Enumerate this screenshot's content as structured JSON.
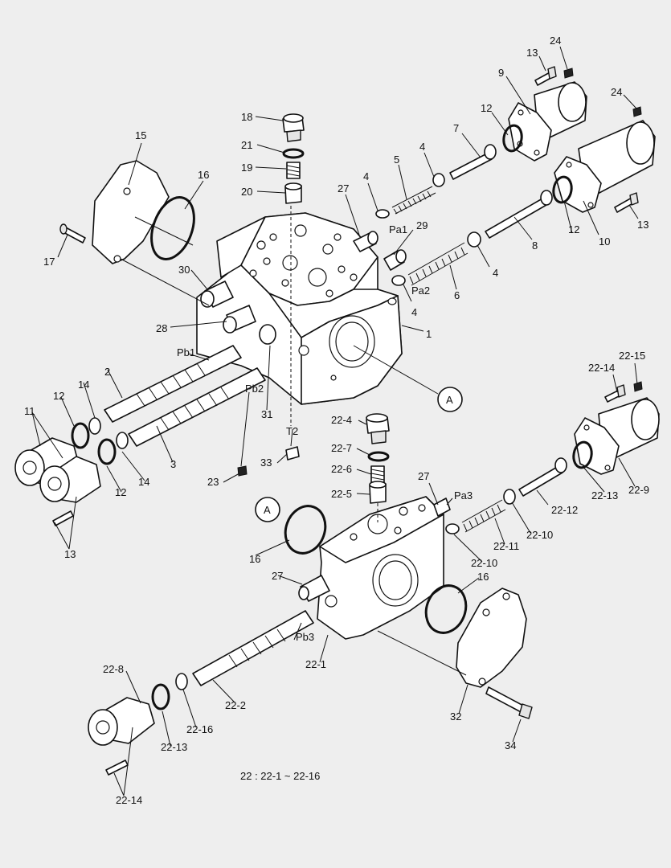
{
  "labels": {
    "l24a": "24",
    "l13a": "13",
    "l9": "9",
    "l24b": "24",
    "l12a": "12",
    "l7": "7",
    "l18": "18",
    "l21": "21",
    "l19": "19",
    "l20": "20",
    "l15": "15",
    "l16a": "16",
    "l4a": "4",
    "l5": "5",
    "l4b": "4",
    "l27a": "27",
    "lPa1": "Pa1",
    "l29": "29",
    "l12b": "12",
    "l10": "10",
    "l13b": "13",
    "l8": "8",
    "l17": "17",
    "l30": "30",
    "l4c": "4",
    "l6": "6",
    "lPa2": "Pa2",
    "l4d": "4",
    "l1": "1",
    "l28": "28",
    "lPb1": "Pb1",
    "l2": "2",
    "l14a": "14",
    "l12c": "12",
    "l11": "11",
    "lPb2": "Pb2",
    "l31": "31",
    "l3": "3",
    "l14b": "14",
    "l12d": "12",
    "lT2": "T2",
    "l33": "33",
    "l23": "23",
    "l13c": "13",
    "lA1": "A",
    "l22_14a": "22-14",
    "l22_15": "22-15",
    "l22_4": "22-4",
    "l22_7": "22-7",
    "l22_6": "22-6",
    "l22_5": "22-5",
    "l27b": "27",
    "lPa3": "Pa3",
    "l22_9": "22-9",
    "l22_13a": "22-13",
    "l22_12": "22-12",
    "l22_10a": "22-10",
    "l22_11": "22-11",
    "l22_10b": "22-10",
    "lA2": "A",
    "l16b": "16",
    "l27c": "27",
    "l16c": "16",
    "lPb3": "Pb3",
    "l22_1": "22-1",
    "l22_8": "22-8",
    "l22_2": "22-2",
    "l22_16": "22-16",
    "l22_13b": "22-13",
    "l32": "32",
    "l34": "34",
    "l22_14b": "22-14"
  },
  "footnote": "22 : 22-1 ~ 22-16"
}
